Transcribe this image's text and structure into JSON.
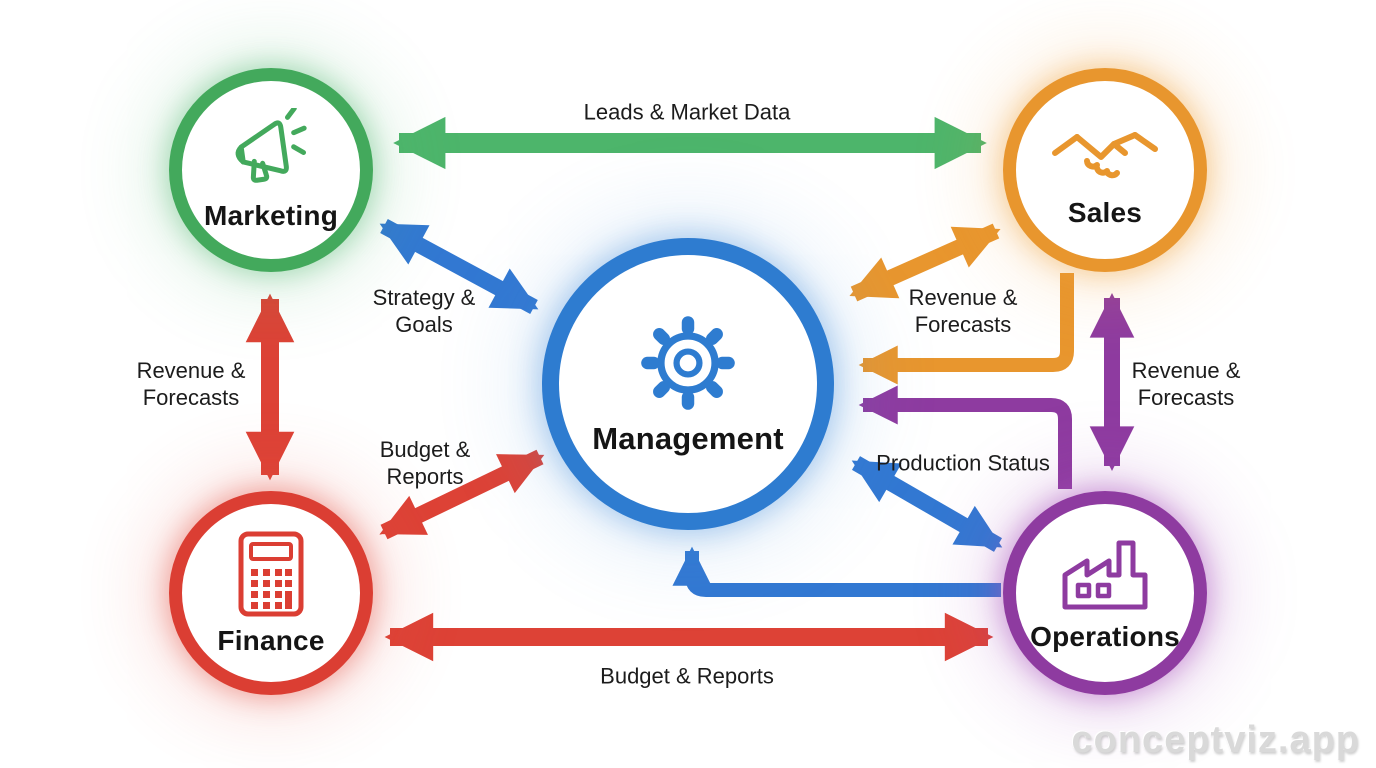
{
  "watermark": {
    "text": "conceptviz.app"
  },
  "colors": {
    "green": "#4db56b",
    "blue": "#3278d2",
    "orange": "#e8962e",
    "red": "#dd4236",
    "purple": "#8e3ba0",
    "label_text": "#1c1c1c",
    "node_text": "#151515"
  },
  "nodes": [
    {
      "id": "marketing",
      "label": "Marketing",
      "icon": "megaphone-icon",
      "ring_color": "#43a95c"
    },
    {
      "id": "sales",
      "label": "Sales",
      "icon": "handshake-icon",
      "ring_color": "#e8962e"
    },
    {
      "id": "management",
      "label": "Management",
      "icon": "gear-icon",
      "ring_color": "#2e7cd0"
    },
    {
      "id": "finance",
      "label": "Finance",
      "icon": "calculator-icon",
      "ring_color": "#db3e33"
    },
    {
      "id": "operations",
      "label": "Operations",
      "icon": "factory-icon",
      "ring_color": "#8e3ba0"
    }
  ],
  "edges": [
    {
      "from": "marketing",
      "to": "sales",
      "label": "Leads & Market Data",
      "color": "#4db56b",
      "heads": "both",
      "shape": "straight"
    },
    {
      "from": "marketing",
      "to": "management",
      "label": "Strategy & Goals",
      "color": "#3278d2",
      "heads": "both",
      "shape": "diagonal"
    },
    {
      "from": "marketing",
      "to": "finance",
      "label": "Revenue & Forecasts",
      "color": "#dd4236",
      "heads": "both",
      "shape": "straight"
    },
    {
      "from": "management",
      "to": "sales",
      "label": "Revenue & Forecasts",
      "color": "#e8962e",
      "heads": "both",
      "shape": "diagonal"
    },
    {
      "from": "sales",
      "to": "management",
      "label": "",
      "color": "#e8962e",
      "heads": "end",
      "shape": "elbow"
    },
    {
      "from": "sales",
      "to": "operations",
      "label": "Revenue & Forecasts",
      "color": "#8e3ba0",
      "heads": "both",
      "shape": "straight"
    },
    {
      "from": "management",
      "to": "operations",
      "label": "Production Status",
      "color": "#3278d2",
      "heads": "both",
      "shape": "diagonal"
    },
    {
      "from": "operations",
      "to": "management",
      "label": "",
      "color": "#8e3ba0",
      "heads": "end",
      "shape": "elbow"
    },
    {
      "from": "operations",
      "to": "management",
      "label": "",
      "color": "#3278d2",
      "heads": "end",
      "shape": "elbow"
    },
    {
      "from": "finance",
      "to": "management",
      "label": "Budget & Reports",
      "color": "#dd4236",
      "heads": "both",
      "shape": "diagonal"
    },
    {
      "from": "finance",
      "to": "operations",
      "label": "Budget & Reports",
      "color": "#dd4236",
      "heads": "both",
      "shape": "straight"
    }
  ]
}
